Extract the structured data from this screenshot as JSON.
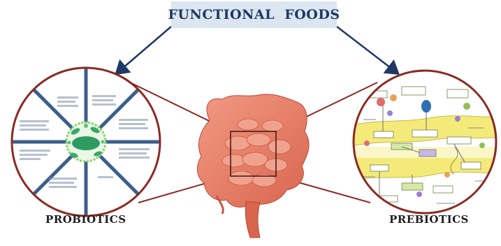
{
  "title": "FUNCTIONAL  FOODS",
  "left_label": "PROBIOTICS",
  "right_label": "PREBIOTICS",
  "colors": {
    "title_bg": "#dbe6f1",
    "title_text": "#1f3864",
    "arrow": "#1f3864",
    "circle_border": "#8b2a24",
    "connector": "#8b2a24",
    "intestine": "#e07b63",
    "bacterium": "#3aa86b",
    "membrane": "#f3ea7a",
    "spoke": "#3c5f8c"
  }
}
